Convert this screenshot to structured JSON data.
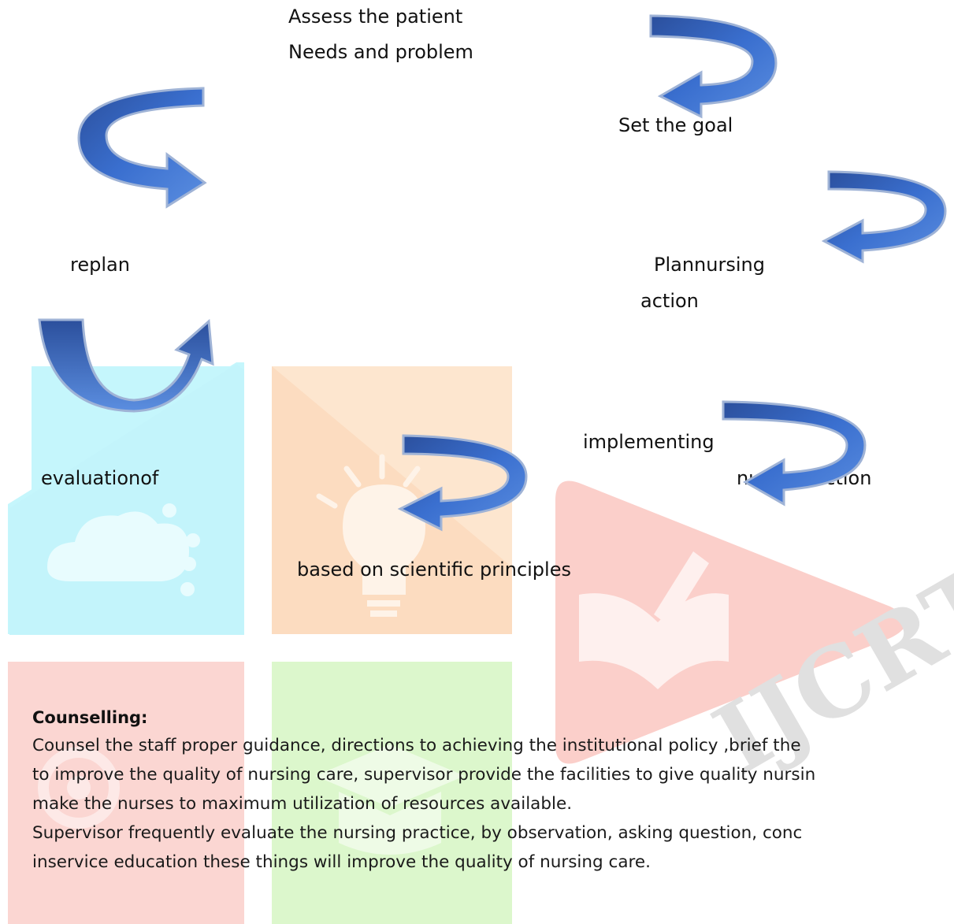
{
  "diagram": {
    "steps": {
      "assess_line1": "Assess the patient",
      "assess_line2": "Needs and problem",
      "set_goal": "Set the goal",
      "plan_line1": "Plannursing",
      "plan_line2": "action",
      "implementing": "implementing",
      "nursing_action": "nursing action",
      "based_on": "based on scientific principles",
      "evaluation": "evaluationof",
      "replan": "replan"
    },
    "arrow_colors": {
      "light": "#5b8ee0",
      "mid": "#3a6fcf",
      "dark": "#2b4f9c",
      "shadow": "#9fb3d6"
    }
  },
  "watermark": {
    "text": "IJCRT",
    "colors": {
      "cyan": "#bff4fb",
      "orange": "#fde3c8",
      "red": "#fbc9c4",
      "green": "#d8f6c6",
      "pink": "#fbd4d0",
      "grey": "#dedede"
    }
  },
  "section": {
    "heading": "Counselling:",
    "lines": [
      "Counsel the staff proper guidance, directions to achieving the institutional policy ,brief the",
      "to improve the quality of nursing care, supervisor provide the facilities to give quality nursin",
      "make the nurses to maximum utilization of resources available.",
      "Supervisor frequently evaluate the nursing practice, by observation, asking  question, conc",
      "inservice education these things will improve the quality of nursing care."
    ]
  }
}
